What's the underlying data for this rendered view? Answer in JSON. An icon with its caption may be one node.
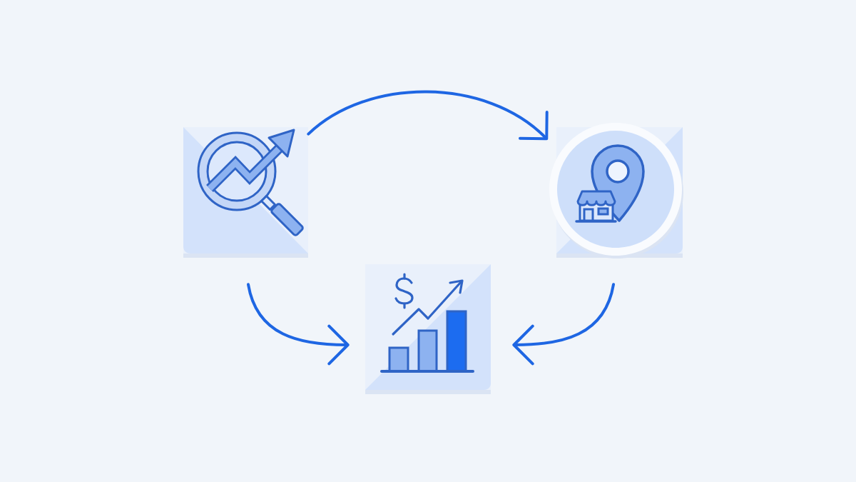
{
  "diagram": {
    "nodes": [
      {
        "text": [],
        "shape": "picture"
      },
      {
        "text": [],
        "shape": "picture"
      },
      {
        "text": [],
        "shape": "picture"
      }
    ],
    "edges": [
      {
        "from": 0,
        "to": 1,
        "arrow": "to"
      },
      {
        "from": 0,
        "to": 2,
        "arrow": "to"
      },
      {
        "from": 1,
        "to": 2,
        "arrow": "to"
      }
    ]
  }
}
